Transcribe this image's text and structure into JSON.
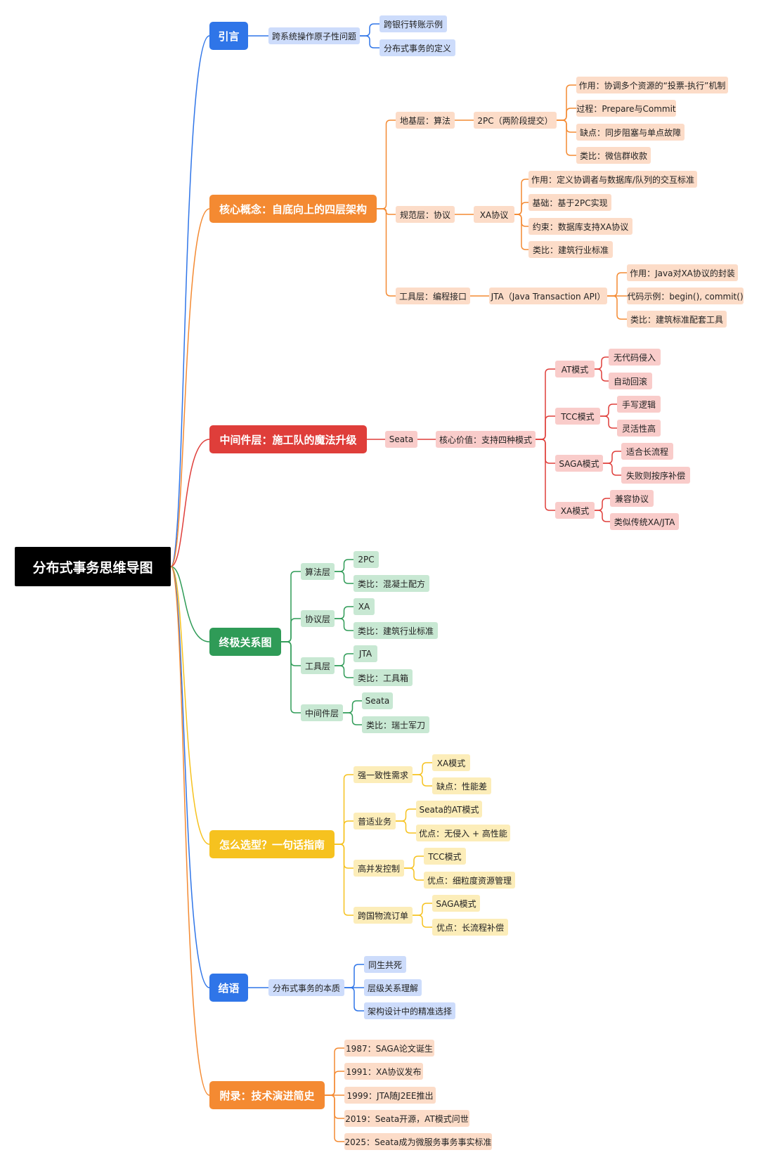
{
  "colors": {
    "blue": "#2f75e8",
    "orange": "#f48a32",
    "red": "#df3e3a",
    "green": "#2f9b57",
    "yellow": "#f6c21f",
    "root": "#000000"
  },
  "mindmap": {
    "root": "分布式事务思维导图",
    "intro": {
      "title": "引言",
      "child": "跨系统操作原子性问题",
      "leaves": [
        "跨银行转账示例",
        "分布式事务的定义"
      ]
    },
    "core": {
      "title": "核心概念：自底向上的四层架构",
      "layers": [
        {
          "label": "地基层：算法",
          "mid": "2PC（两阶段提交）",
          "leaves": [
            "作用：协调多个资源的“投票-执行”机制",
            "过程：Prepare与Commit",
            "缺点：同步阻塞与单点故障",
            "类比：微信群收款"
          ]
        },
        {
          "label": "规范层：协议",
          "mid": "XA协议",
          "leaves": [
            "作用：定义协调者与数据库/队列的交互标准",
            "基础：基于2PC实现",
            "约束：数据库支持XA协议",
            "类比：建筑行业标准"
          ]
        },
        {
          "label": "工具层：编程接口",
          "mid": "JTA（Java Transaction API）",
          "leaves": [
            "作用：Java对XA协议的封装",
            "代码示例：begin(), commit()",
            "类比：建筑标准配套工具"
          ]
        }
      ]
    },
    "middleware": {
      "title": "中间件层：施工队的魔法升级",
      "seata": "Seata",
      "value": "核心价值：支持四种模式",
      "modes": [
        {
          "label": "AT模式",
          "leaves": [
            "无代码侵入",
            "自动回滚"
          ]
        },
        {
          "label": "TCC模式",
          "leaves": [
            "手写逻辑",
            "灵活性高"
          ]
        },
        {
          "label": "SAGA模式",
          "leaves": [
            "适合长流程",
            "失败则按序补偿"
          ]
        },
        {
          "label": "XA模式",
          "leaves": [
            "兼容协议",
            "类似传统XA/JTA"
          ]
        }
      ]
    },
    "relation": {
      "title": "终极关系图",
      "groups": [
        {
          "label": "算法层",
          "leaves": [
            "2PC",
            "类比：混凝土配方"
          ]
        },
        {
          "label": "协议层",
          "leaves": [
            "XA",
            "类比：建筑行业标准"
          ]
        },
        {
          "label": "工具层",
          "leaves": [
            "JTA",
            "类比：工具箱"
          ]
        },
        {
          "label": "中间件层",
          "leaves": [
            "Seata",
            "类比：瑞士军刀"
          ]
        }
      ]
    },
    "selection": {
      "title": "怎么选型？一句话指南",
      "groups": [
        {
          "label": "强一致性需求",
          "leaves": [
            "XA模式",
            "缺点：性能差"
          ]
        },
        {
          "label": "普适业务",
          "leaves": [
            "Seata的AT模式",
            "优点：无侵入 + 高性能"
          ]
        },
        {
          "label": "高并发控制",
          "leaves": [
            "TCC模式",
            "优点：细粒度资源管理"
          ]
        },
        {
          "label": "跨国物流订单",
          "leaves": [
            "SAGA模式",
            "优点：长流程补偿"
          ]
        }
      ]
    },
    "conclusion": {
      "title": "结语",
      "child": "分布式事务的本质",
      "leaves": [
        "同生共死",
        "层级关系理解",
        "架构设计中的精准选择"
      ]
    },
    "appendix": {
      "title": "附录：技术演进简史",
      "leaves": [
        "1987：SAGA论文诞生",
        "1991：XA协议发布",
        "1999：JTA随J2EE推出",
        "2019：Seata开源，AT模式问世",
        "2025：Seata成为微服务事务事实标准"
      ]
    }
  }
}
